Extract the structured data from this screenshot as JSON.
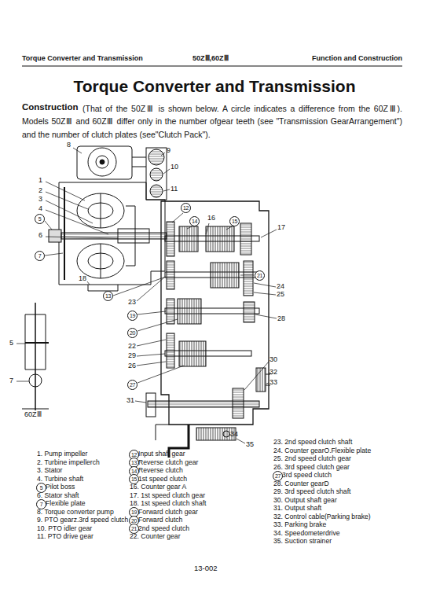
{
  "diagram": {
    "title": "Torque Converter and Transmission",
    "labels": [
      "Torque Converter and Transmission",
      "50ZⅢ,60ZⅢ",
      "Function and Construction",
      "Construction",
      "(That of the 50ZⅢ is shown below. A circle indicates a difference from the 60ZⅢ). Models 50ZⅢ and 60ZⅢ differ only in the number ofgear teeth (see \"Transmission GearArrangement\") and the number of clutch plates (see\"Clutch Pack\").",
      "8",
      "9",
      "10",
      "11",
      "1",
      "2",
      "3",
      "4",
      "5",
      "6",
      "7",
      "12",
      "14",
      "16",
      "15",
      "17",
      "18",
      "13",
      "23",
      "21",
      "24",
      "25",
      "28",
      "19",
      "20",
      "22",
      "29",
      "26",
      "27",
      "30",
      "32",
      "33",
      "31",
      "34",
      "35",
      "5",
      "7",
      "60ZⅢ",
      "1. Pump impeller",
      "2. Turbine impellerch",
      "3. Stator",
      "4. Turbine shaft",
      "5",
      "Pilot boss",
      "6. Stator shaft",
      "7",
      "Flexible plate",
      "8. Torque converter pump",
      "9. PTO gearz.3rd speed clutch",
      "10. PTO idler gear",
      "11. PTO drive gear",
      "12",
      "Input shaft gear",
      "13",
      "Reverse clutch gear",
      "14",
      "Reverse clutch",
      "15",
      "1st speed clutch",
      "16. Counter gear A",
      "17. 1st speed clutch gear",
      "18. 1st speed clutch shaft",
      "19",
      "Forward clutch gear",
      "20",
      "Forward clutch",
      "21",
      "2nd speed clutch",
      "22. Counter gear",
      "23. 2nd speed clutch shaft",
      "24. Counter gearO.Flexible plate",
      "25. 2nd speed clutch gear",
      "26. 3rd speed clutch gear",
      "27",
      "3rd speed clutch",
      "28. Counter gearD",
      "29. 3rd speed clutch shaft",
      "30. Output shaft gear",
      "31. Output shaft",
      "32. Control cable(Parking brake)",
      "33. Parking brake",
      "34. Speedometerdrive",
      "35. Suction strainer",
      "13-002"
    ]
  }
}
